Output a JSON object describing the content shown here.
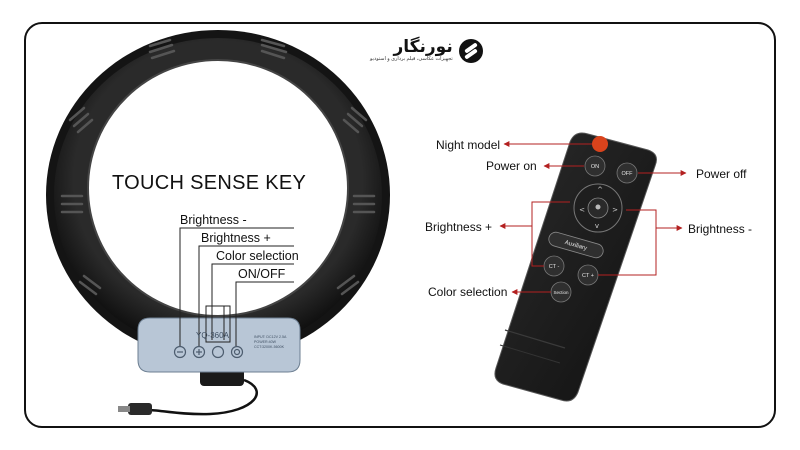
{
  "brand": {
    "name": "نورنگار",
    "tagline": "تجهیزات عکاسی، فیلم برداری و استودیو"
  },
  "ring_light": {
    "title": "TOUCH SENSE KEY",
    "labels": {
      "brightness_minus": "Brightness -",
      "brightness_plus": "Brightness +",
      "color_selection": "Color selection",
      "on_off": "ON/OFF"
    },
    "panel": {
      "model": "YQ-360A",
      "spec_lines": [
        "INPUT: DC12V 2.5A",
        "POWER:40W",
        "CCT:3200K-5600K"
      ]
    }
  },
  "remote": {
    "labels": {
      "night_model": "Night model",
      "power_on": "Power on",
      "power_off": "Power off",
      "brightness_plus": "Brightness +",
      "brightness_minus": "Brightness -",
      "color_selection": "Color selection"
    },
    "buttons": {
      "on": "ON",
      "off": "OFF",
      "auxiliary": "Auxiliary",
      "ct_minus": "CT -",
      "ct_plus": "CT +",
      "section": "Section"
    }
  },
  "colors": {
    "arrow_red": "#b32020",
    "ring_black": "#1c1c1c",
    "panel_blue": "#b8c6d6"
  }
}
